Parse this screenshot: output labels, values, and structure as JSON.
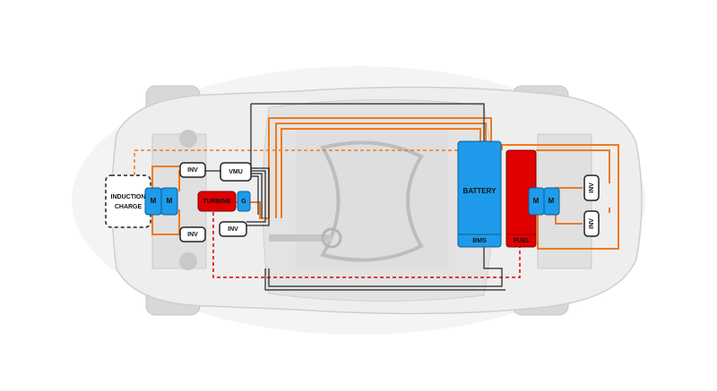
{
  "labels": {
    "induction_charge_line1": "INDUCTION",
    "induction_charge_line2": "CHARGE",
    "motor_front_left": "M",
    "motor_front_right": "M",
    "inverter_top": "INV",
    "vmu": "VMU",
    "turbine": "TURBINE",
    "generator": "G",
    "inverter_mid": "INV",
    "inverter_bottom": "INV",
    "battery": "BATTERY",
    "bms": "BMS",
    "fuel": "FUEL",
    "motor_rear_left": "M",
    "motor_rear_right": "M",
    "inverter_rear_top": "INV",
    "inverter_rear_bottom": "INV"
  },
  "colors": {
    "electric_blue": "#1e9bea",
    "fuel_red": "#e00000",
    "hv_orange": "#f07a1e",
    "dashed_orange": "#f07a1e",
    "dashed_red": "#e00000",
    "signal_black": "#222222",
    "car_body": "#e6e6e6",
    "car_outline": "#cfcfcf"
  }
}
